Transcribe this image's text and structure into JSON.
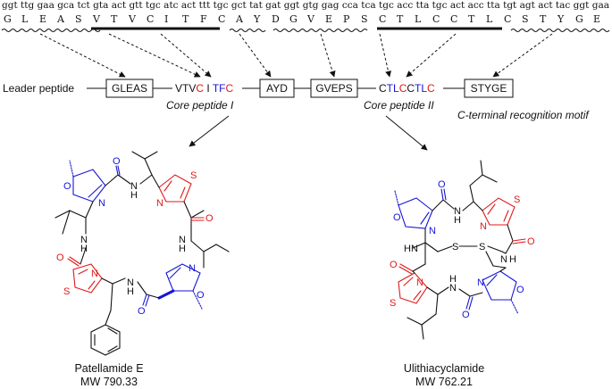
{
  "dna_sequence": "ggt ttg gaa gca tct gta act gtt tgc atc act ttt tgc gct tat gat ggt gtg gag cca tca tgc acc tta tgc act acc tta tgt agt act tac ggt gaa",
  "aa_letters": [
    "G",
    "L",
    "E",
    "A",
    "S",
    "V",
    "T",
    "V",
    "C",
    "I",
    "T",
    "F",
    "C",
    "A",
    "Y",
    "D",
    "G",
    "V",
    "E",
    "P",
    "S",
    "C",
    "T",
    "L",
    "C",
    "C",
    "T",
    "L",
    "C",
    "S",
    "T",
    "Y",
    "G",
    "E"
  ],
  "precursor": {
    "leader_label": "Leader peptide",
    "boxes": [
      "GLEAS",
      "AYD",
      "GVEPS",
      "STYGE"
    ],
    "core1_parts": [
      "VTV",
      "C",
      " I ",
      "TF",
      "C"
    ],
    "core2_parts": [
      "C",
      "TL",
      "C",
      "C",
      "TL",
      "C"
    ],
    "core1_label": "Core peptide I",
    "core2_label": "Core peptide II",
    "motif_label": "C-terminal recognition motif"
  },
  "atoms": {
    "N": "N",
    "O": "O",
    "S": "S",
    "H": "H"
  },
  "compounds": [
    {
      "name": "Patellamide E",
      "mw": "MW 790.33"
    },
    {
      "name": "Ulithiacyclamide",
      "mw": "MW 762.21"
    }
  ],
  "colors": {
    "oxazoline": "#1515d6",
    "thiazole": "#e01818",
    "bond": "#111111",
    "underline": "#111111"
  }
}
